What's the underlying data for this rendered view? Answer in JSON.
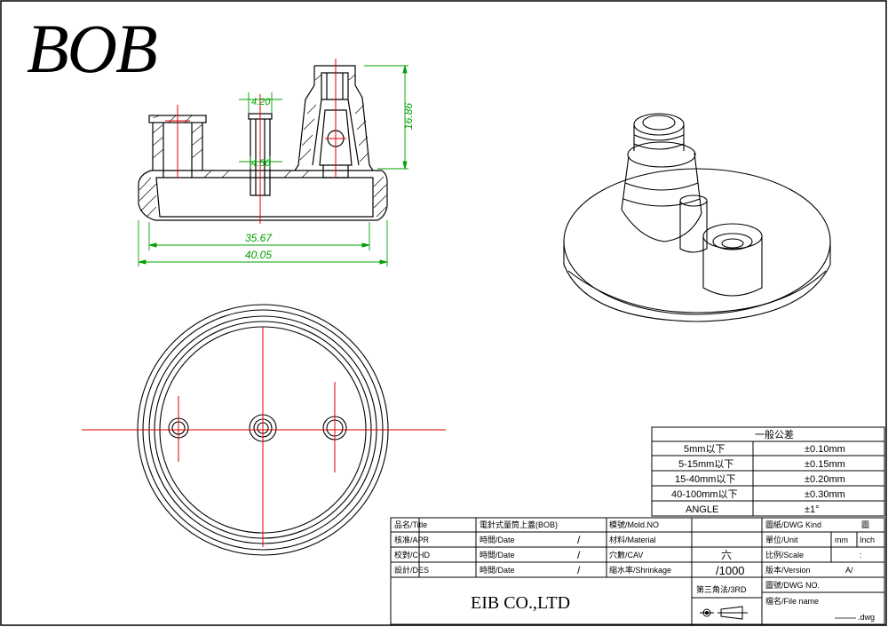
{
  "brand": "BOB",
  "dimensions": {
    "top_pin_width": "4.20",
    "lower_pin_width": "4.50",
    "height": "16.86",
    "inner_width": "35.67",
    "outer_width": "40.05"
  },
  "tolerance": {
    "title": "一般公差",
    "rows": [
      {
        "range": "5mm以下",
        "value": "±0.10mm"
      },
      {
        "range": "5-15mm以下",
        "value": "±0.15mm"
      },
      {
        "range": "15-40mm以下",
        "value": "±0.20mm"
      },
      {
        "range": "40-100mm以下",
        "value": "±0.30mm"
      },
      {
        "range": "ANGLE",
        "value": "±1°"
      }
    ]
  },
  "title_block": {
    "title_label": "品名/Title",
    "title_value": "電針式量筒上蓋(BOB)",
    "apr_label": "核准/APR",
    "chd_label": "校對/CHD",
    "des_label": "設計/DES",
    "date_label": "時間/Date",
    "mold_label": "模號/Mold.NO",
    "material_label": "材料/Material",
    "cav_label": "穴數/CAV",
    "cav_value": "六",
    "shrink_label": "縮水率/Shrinkage",
    "shrink_value": "/1000",
    "dwg_kind_label": "圖紙/DWG Kind",
    "dwg_kind_value": "圖",
    "unit_label": "單位/Unit",
    "unit_mm": "mm",
    "unit_inch": "Inch",
    "scale_label": "比例/Scale",
    "scale_value": ":",
    "version_label": "版本/Version",
    "version_value": "A/",
    "dwg_no_label": "圖號/DWG NO.",
    "file_label": "檔名/File name",
    "file_ext": ".dwg",
    "company": "EIB CO.,LTD",
    "projection_label": "第三角法/3RD",
    "slash": "/"
  },
  "colors": {
    "line": "#000000",
    "dimension": "#00a000",
    "center": "#e00000"
  }
}
